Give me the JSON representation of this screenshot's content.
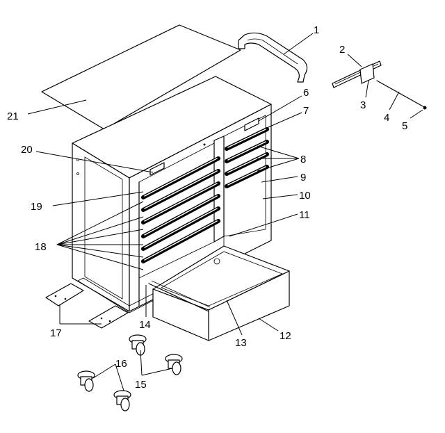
{
  "callouts": [
    {
      "id": "1",
      "text": "1"
    },
    {
      "id": "2",
      "text": "2"
    },
    {
      "id": "3",
      "text": "3"
    },
    {
      "id": "4",
      "text": "4"
    },
    {
      "id": "5",
      "text": "5"
    },
    {
      "id": "6",
      "text": "6"
    },
    {
      "id": "7",
      "text": "7"
    },
    {
      "id": "8",
      "text": "8"
    },
    {
      "id": "9",
      "text": "9"
    },
    {
      "id": "10",
      "text": "10"
    },
    {
      "id": "11",
      "text": "11"
    },
    {
      "id": "12",
      "text": "12"
    },
    {
      "id": "13",
      "text": "13"
    },
    {
      "id": "14",
      "text": "14"
    },
    {
      "id": "15",
      "text": "15"
    },
    {
      "id": "16",
      "text": "16"
    },
    {
      "id": "17",
      "text": "17"
    },
    {
      "id": "18",
      "text": "18"
    },
    {
      "id": "19",
      "text": "19"
    },
    {
      "id": "20",
      "text": "20"
    },
    {
      "id": "21",
      "text": "21"
    }
  ],
  "colors": {
    "line": "#000000",
    "background": "#ffffff"
  }
}
